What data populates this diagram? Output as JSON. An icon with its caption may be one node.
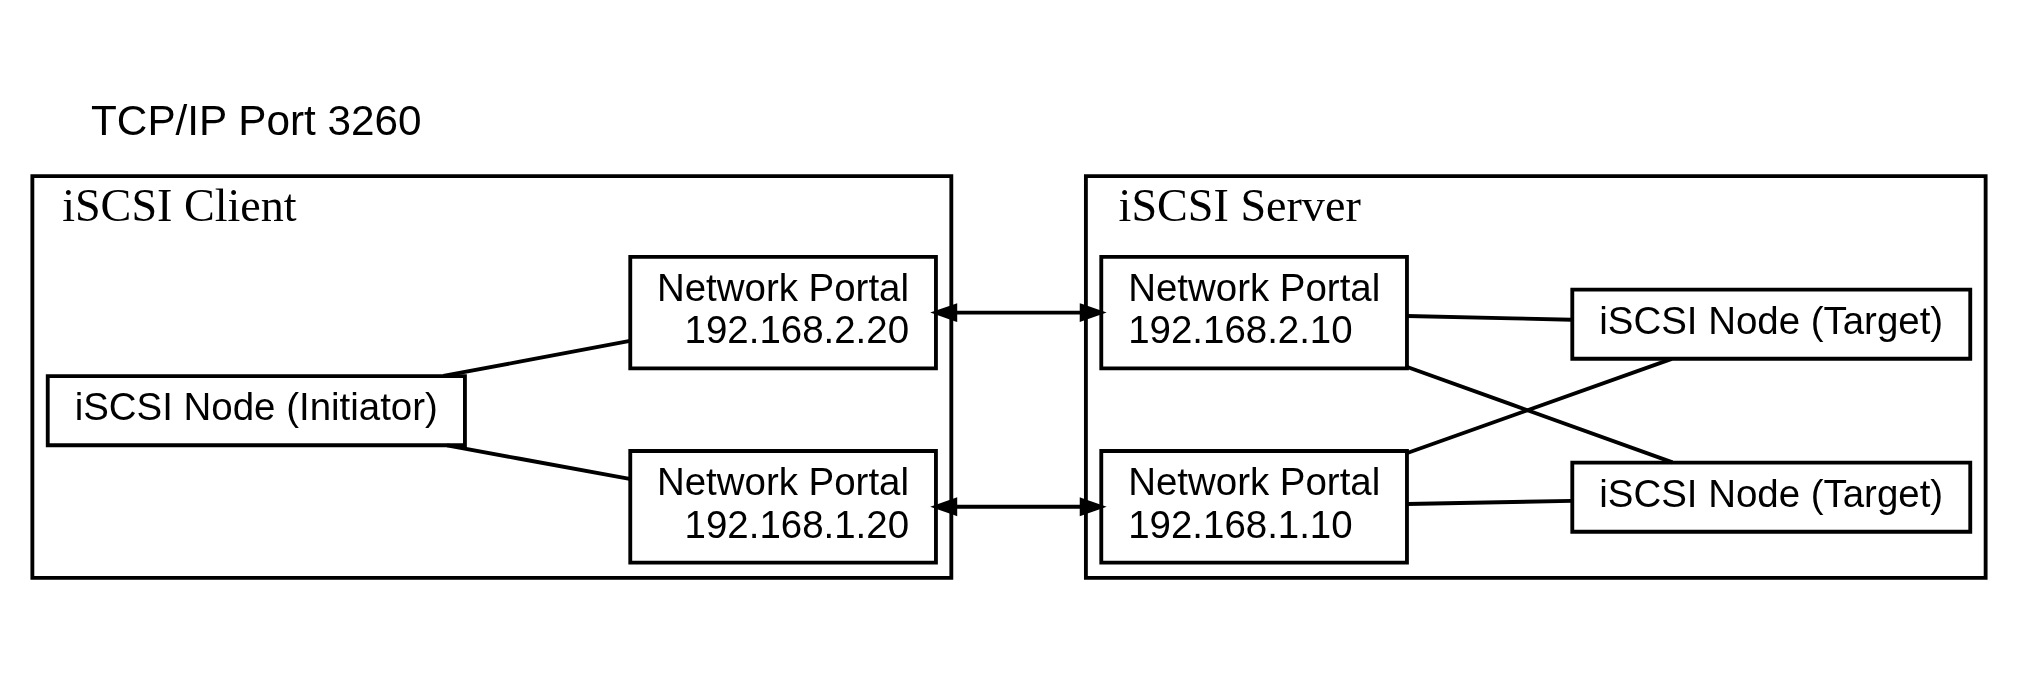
{
  "diagram": {
    "nodes": [
      {
        "text": [
          "iSCSI Client"
        ]
      },
      {
        "text": [
          "Network Portal",
          "192.168.1.20"
        ],
        "in": 0
      },
      {
        "text": [
          "iSCSI Node (Initiator)"
        ],
        "in": 0
      },
      {
        "text": [
          "Network Portal",
          "192.168.2.20"
        ],
        "in": 0
      },
      {
        "text": [
          "iSCSI Server"
        ]
      },
      {
        "text": [
          "Network Portal",
          "192.168.1.10"
        ],
        "in": 4
      },
      {
        "text": [
          "Network Portal",
          "192.168.2.10"
        ],
        "in": 4
      },
      {
        "text": [
          "iSCSI Node (Target)"
        ],
        "in": 4
      },
      {
        "text": [
          "iSCSI Node (Target)"
        ],
        "in": 4
      }
    ],
    "edges": [
      {
        "from": 2,
        "to": 1,
        "arrow": "none"
      },
      {
        "from": 2,
        "to": 3,
        "arrow": "none"
      },
      {
        "from": 1,
        "to": 5,
        "arrow": "both"
      },
      {
        "from": 3,
        "to": 6,
        "arrow": "both"
      },
      {
        "from": 5,
        "to": 7,
        "arrow": "none"
      },
      {
        "from": 5,
        "to": 8,
        "arrow": "none"
      },
      {
        "from": 6,
        "to": 7,
        "arrow": "none"
      },
      {
        "from": 6,
        "to": 8,
        "arrow": "none"
      }
    ],
    "labels": [
      "TCP/IP Port 3260"
    ]
  }
}
